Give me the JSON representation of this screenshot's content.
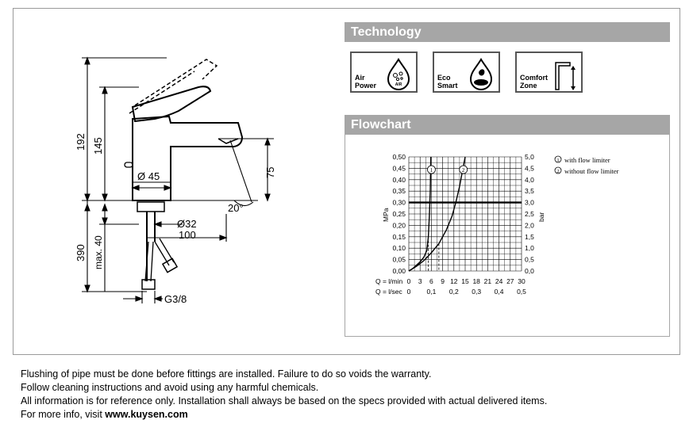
{
  "technology": {
    "header": "Technology",
    "cards": [
      {
        "line1": "Air",
        "line2": "Power",
        "icon": "air-power-drop-icon"
      },
      {
        "line1": "Eco",
        "line2": "Smart",
        "icon": "eco-smart-drop-icon"
      },
      {
        "line1": "Comfort",
        "line2": "Zone",
        "icon": "comfort-zone-faucet-icon"
      }
    ]
  },
  "flowchart": {
    "header": "Flowchart",
    "legend": [
      {
        "marker": "1",
        "text": "with flow limiter"
      },
      {
        "marker": "2",
        "text": "without flow limiter"
      }
    ],
    "left_unit": "MPa",
    "right_unit": "bar",
    "row_q_lmin": "Q = l/min",
    "row_q_lsec": "Q = l/sec",
    "drop_text": "AIR"
  },
  "drawing": {
    "dim_192": "192",
    "dim_145": "145",
    "dim_75": "75",
    "dim_d45": "Ø 45",
    "dim_angle": "20°",
    "dim_d32": "Ø32",
    "dim_100": "100",
    "dim_390": "390",
    "dim_max40": "max. 40",
    "dim_thread": "G3/8"
  },
  "chart_data": {
    "type": "line",
    "title": "",
    "xlabel": "Q = l/min",
    "ylabel": "MPa",
    "y2label": "bar",
    "x_ticks": [
      0,
      3,
      6,
      9,
      12,
      15,
      18,
      21,
      24,
      27,
      30
    ],
    "x2_ticks": [
      "0",
      "0,1",
      "0,2",
      "0,3",
      "0,4",
      "0,5"
    ],
    "y_ticks": [
      "0,00",
      "0,05",
      "0,10",
      "0,15",
      "0,20",
      "0,25",
      "0,30",
      "0,35",
      "0,40",
      "0,45",
      "0,50"
    ],
    "y2_ticks": [
      "0,0",
      "0,5",
      "1,0",
      "1,5",
      "2,0",
      "2,5",
      "3,0",
      "3,5",
      "4,0",
      "4,5",
      "5,0"
    ],
    "xlim": [
      0,
      30
    ],
    "ylim": [
      0,
      0.5
    ],
    "grid": true,
    "reference_line": 0.3,
    "series": [
      {
        "name": "with flow limiter",
        "marker": "1",
        "x": [
          0,
          1,
          2,
          3,
          4,
          4.8,
          5.2,
          5.5,
          5.7,
          5.8,
          5.85
        ],
        "y": [
          0,
          0.01,
          0.025,
          0.04,
          0.06,
          0.09,
          0.15,
          0.25,
          0.35,
          0.45,
          0.5
        ]
      },
      {
        "name": "without flow limiter",
        "marker": "2",
        "x": [
          0,
          2,
          4,
          6,
          8,
          10,
          11.5,
          12.5,
          13.5,
          14.3,
          15
        ],
        "y": [
          0,
          0.02,
          0.045,
          0.08,
          0.12,
          0.18,
          0.24,
          0.3,
          0.37,
          0.44,
          0.5
        ]
      }
    ]
  },
  "notes": {
    "line1": "Flushing of pipe must be done before fittings are installed. Failure to do so voids the warranty.",
    "line2": "Follow cleaning instructions and avoid using any harmful chemicals.",
    "line3": "All information is for reference only. Installation shall always be based on the specs provided with actual delivered items.",
    "line4_prefix": "For more info, visit ",
    "line4_link": "www.kuysen.com"
  }
}
